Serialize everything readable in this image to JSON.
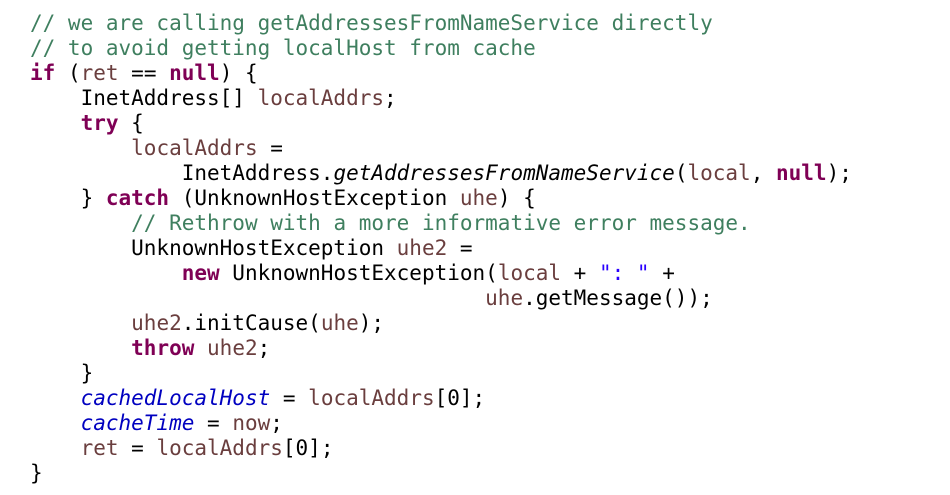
{
  "code": {
    "lines": [
      [
        {
          "text": "// we are calling getAddressesFromNameService directly",
          "kind": "comment"
        }
      ],
      [
        {
          "text": "// to avoid getting localHost from cache",
          "kind": "comment"
        }
      ],
      [
        {
          "text": "if",
          "kind": "keyword"
        },
        {
          "text": " (",
          "kind": "plain"
        },
        {
          "text": "ret",
          "kind": "var"
        },
        {
          "text": " == ",
          "kind": "plain"
        },
        {
          "text": "null",
          "kind": "keyword"
        },
        {
          "text": ") {",
          "kind": "plain"
        }
      ],
      [
        {
          "text": "    InetAddress[] ",
          "kind": "plain"
        },
        {
          "text": "localAddrs",
          "kind": "var"
        },
        {
          "text": ";",
          "kind": "plain"
        }
      ],
      [
        {
          "text": "    ",
          "kind": "plain"
        },
        {
          "text": "try",
          "kind": "keyword"
        },
        {
          "text": " {",
          "kind": "plain"
        }
      ],
      [
        {
          "text": "        ",
          "kind": "plain"
        },
        {
          "text": "localAddrs",
          "kind": "var"
        },
        {
          "text": " =",
          "kind": "plain"
        }
      ],
      [
        {
          "text": "            InetAddress.",
          "kind": "plain"
        },
        {
          "text": "getAddressesFromNameService",
          "kind": "static-method"
        },
        {
          "text": "(",
          "kind": "plain"
        },
        {
          "text": "local",
          "kind": "var"
        },
        {
          "text": ", ",
          "kind": "plain"
        },
        {
          "text": "null",
          "kind": "keyword"
        },
        {
          "text": ");",
          "kind": "plain"
        }
      ],
      [
        {
          "text": "    } ",
          "kind": "plain"
        },
        {
          "text": "catch",
          "kind": "keyword"
        },
        {
          "text": " (UnknownHostException ",
          "kind": "plain"
        },
        {
          "text": "uhe",
          "kind": "var"
        },
        {
          "text": ") {",
          "kind": "plain"
        }
      ],
      [
        {
          "text": "        ",
          "kind": "plain"
        },
        {
          "text": "// Rethrow with a more informative error message.",
          "kind": "comment"
        }
      ],
      [
        {
          "text": "        UnknownHostException ",
          "kind": "plain"
        },
        {
          "text": "uhe2",
          "kind": "var"
        },
        {
          "text": " =",
          "kind": "plain"
        }
      ],
      [
        {
          "text": "            ",
          "kind": "plain"
        },
        {
          "text": "new",
          "kind": "keyword"
        },
        {
          "text": " UnknownHostException(",
          "kind": "plain"
        },
        {
          "text": "local",
          "kind": "var"
        },
        {
          "text": " + ",
          "kind": "plain"
        },
        {
          "text": "\": \"",
          "kind": "string"
        },
        {
          "text": " +",
          "kind": "plain"
        }
      ],
      [
        {
          "text": "                                    ",
          "kind": "plain"
        },
        {
          "text": "uhe",
          "kind": "var"
        },
        {
          "text": ".getMessage());",
          "kind": "plain"
        }
      ],
      [
        {
          "text": "        ",
          "kind": "plain"
        },
        {
          "text": "uhe2",
          "kind": "var"
        },
        {
          "text": ".initCause(",
          "kind": "plain"
        },
        {
          "text": "uhe",
          "kind": "var"
        },
        {
          "text": ");",
          "kind": "plain"
        }
      ],
      [
        {
          "text": "        ",
          "kind": "plain"
        },
        {
          "text": "throw",
          "kind": "keyword"
        },
        {
          "text": " ",
          "kind": "plain"
        },
        {
          "text": "uhe2",
          "kind": "var"
        },
        {
          "text": ";",
          "kind": "plain"
        }
      ],
      [
        {
          "text": "    }",
          "kind": "plain"
        }
      ],
      [
        {
          "text": "    ",
          "kind": "plain"
        },
        {
          "text": "cachedLocalHost",
          "kind": "field"
        },
        {
          "text": " = ",
          "kind": "plain"
        },
        {
          "text": "localAddrs",
          "kind": "var"
        },
        {
          "text": "[0];",
          "kind": "plain"
        }
      ],
      [
        {
          "text": "    ",
          "kind": "plain"
        },
        {
          "text": "cacheTime",
          "kind": "field"
        },
        {
          "text": " = ",
          "kind": "plain"
        },
        {
          "text": "now",
          "kind": "var"
        },
        {
          "text": ";",
          "kind": "plain"
        }
      ],
      [
        {
          "text": "    ",
          "kind": "plain"
        },
        {
          "text": "ret",
          "kind": "var"
        },
        {
          "text": " = ",
          "kind": "plain"
        },
        {
          "text": "localAddrs",
          "kind": "var"
        },
        {
          "text": "[0];",
          "kind": "plain"
        }
      ],
      [
        {
          "text": "}",
          "kind": "plain"
        }
      ]
    ]
  }
}
